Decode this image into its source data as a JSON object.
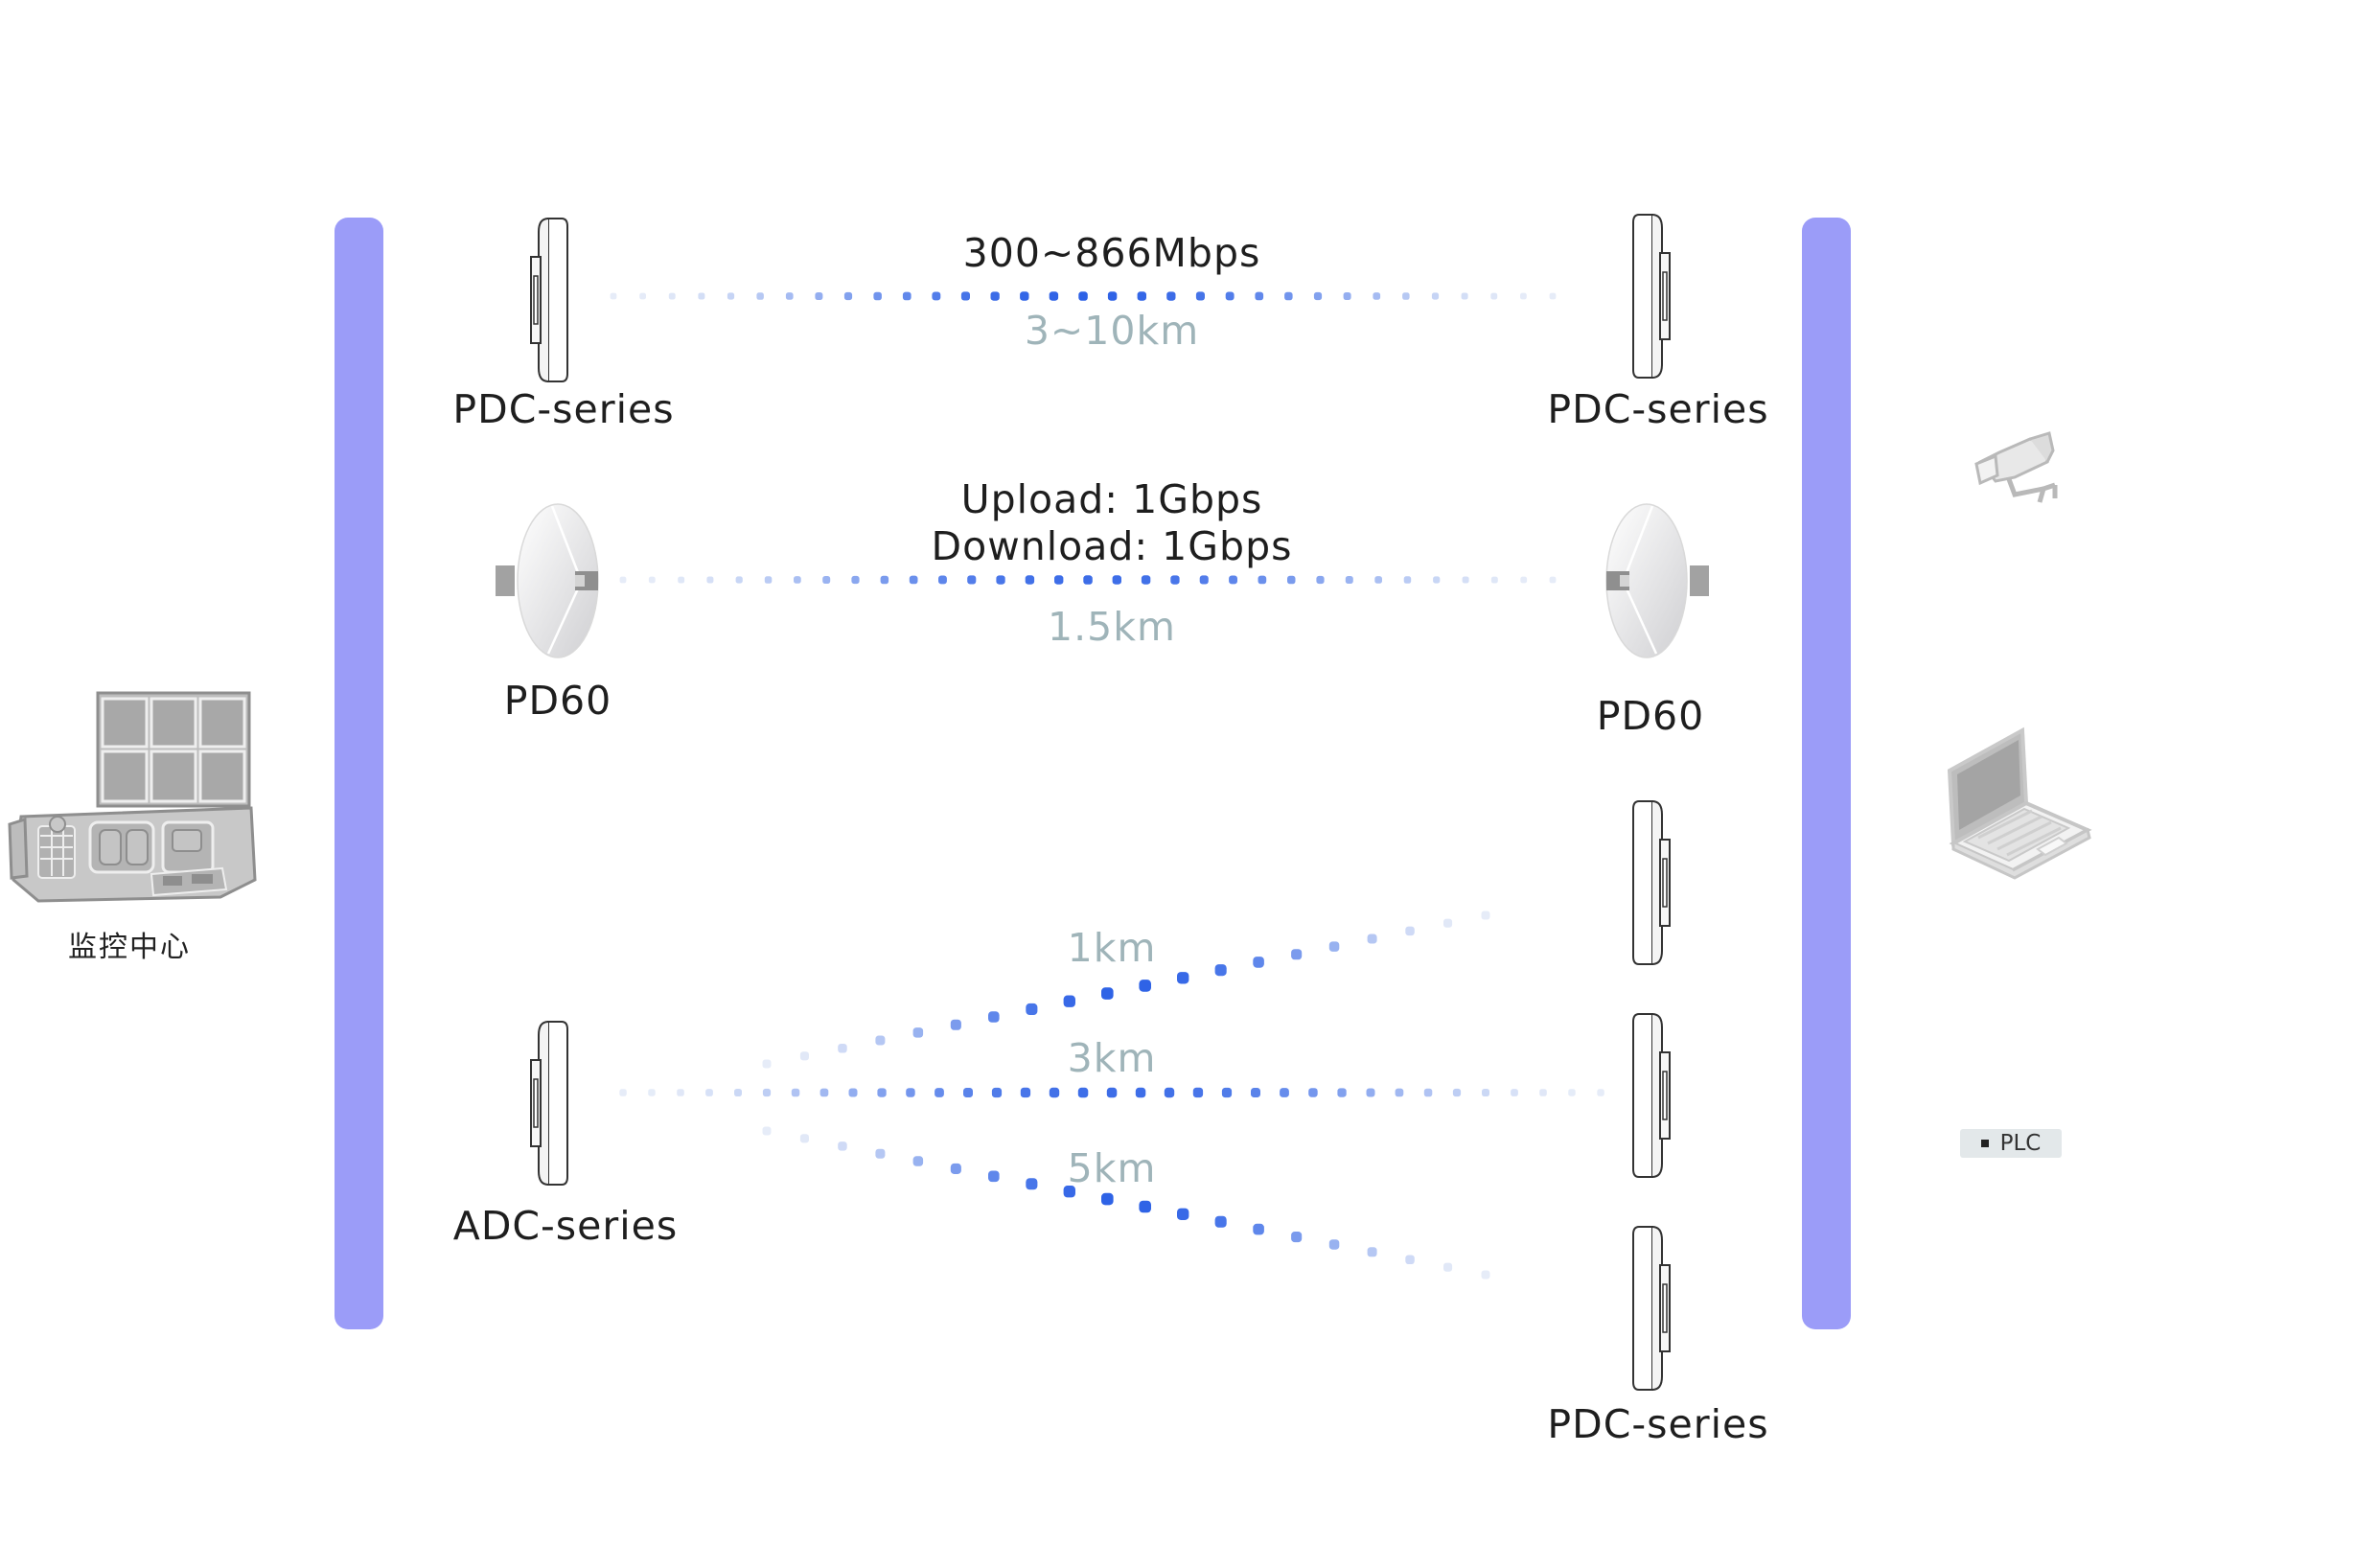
{
  "monitor": {
    "label": "监控中心",
    "icon": "monitoring-console-icon"
  },
  "bars": {
    "color": "#9b9cf8"
  },
  "link_colors": {
    "strong": "#2e62e6",
    "faint": "#e6ecf8"
  },
  "links": {
    "pdc": {
      "rate": "300~866Mbps",
      "distance": "3~10km"
    },
    "pd60": {
      "rate_up": "Upload: 1Gbps",
      "rate_down": "Download: 1Gbps",
      "distance": "1.5km"
    },
    "adc_top": {
      "distance": "1km"
    },
    "adc_mid": {
      "distance": "3km"
    },
    "adc_bot": {
      "distance": "5km"
    }
  },
  "devices": {
    "left_pdc": "PDC-series",
    "right_pdc": "PDC-series",
    "left_pd60": "PD60",
    "right_pd60": "PD60",
    "left_adc": "ADC-series",
    "right_pdc_group": "PDC-series"
  },
  "endpoints": {
    "camera": {
      "icon": "camera-icon"
    },
    "laptop": {
      "icon": "laptop-icon"
    },
    "plc": {
      "label": "PLC",
      "icon": "plc-icon"
    }
  }
}
